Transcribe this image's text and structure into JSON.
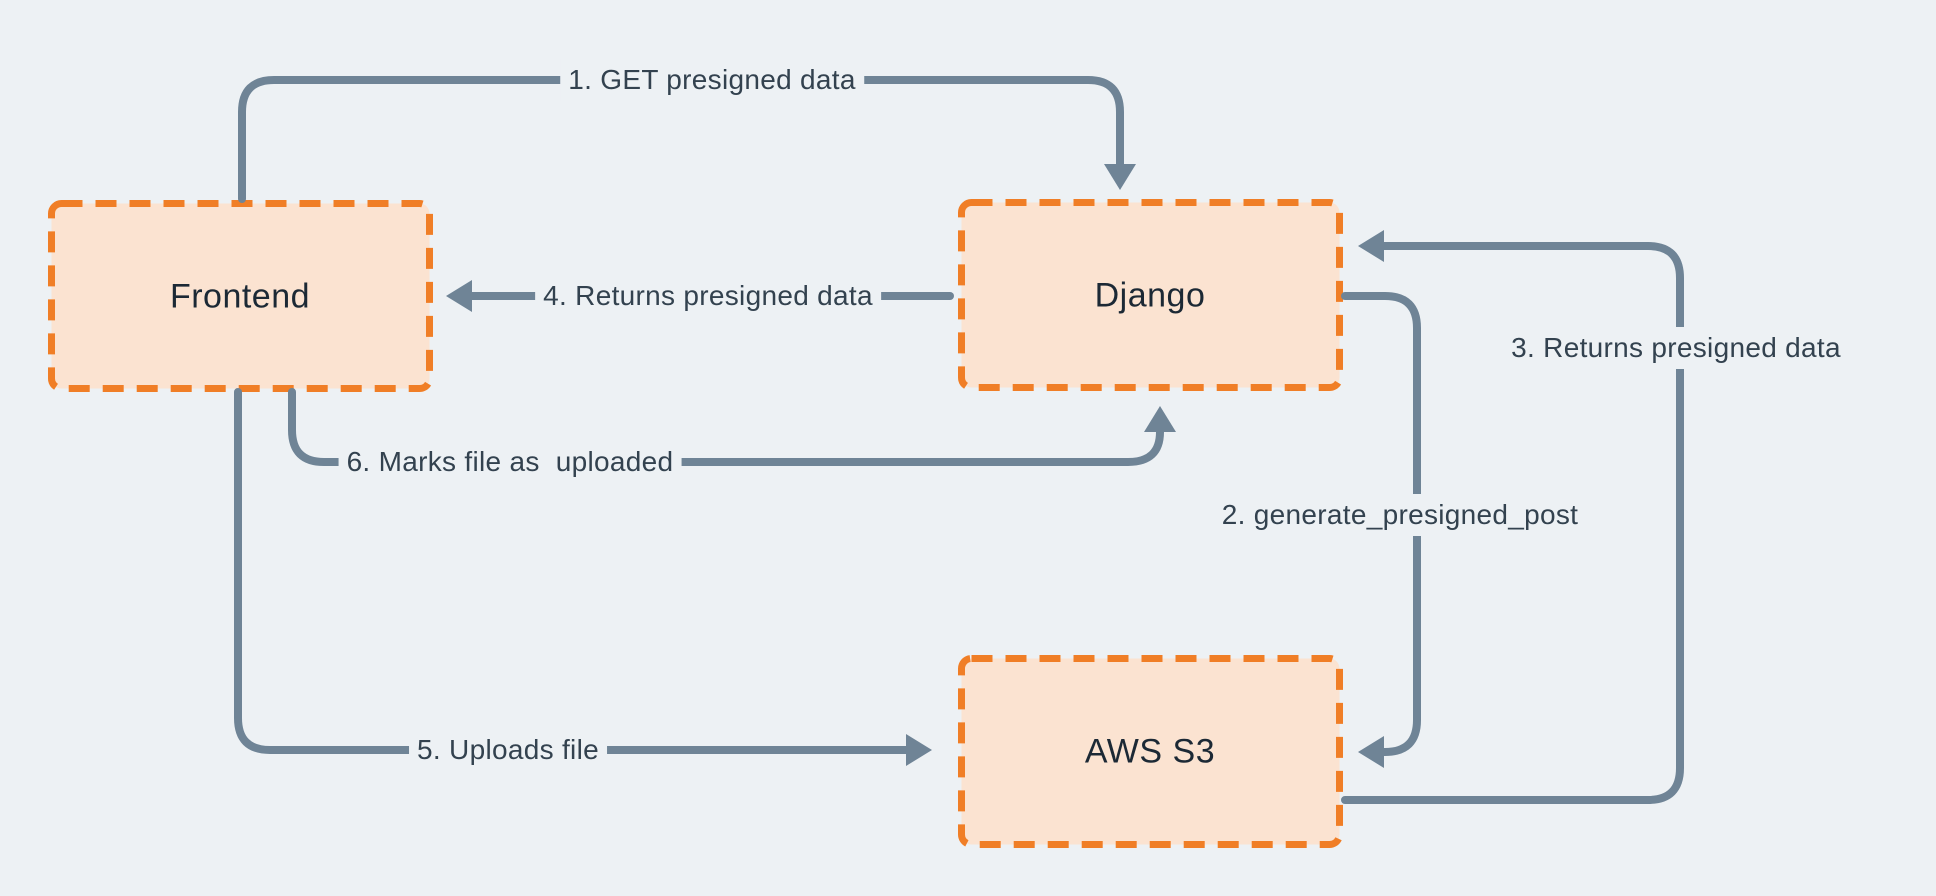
{
  "theme": {
    "bg": "#EDF1F4",
    "accent": "#F07E26",
    "box-fill": "#FBE3D1",
    "arrow": "#6F8496",
    "label-text": "#33424F",
    "node-text": "#1C2935"
  },
  "diagram": {
    "nodes": [
      {
        "id": "frontend",
        "label": "Frontend"
      },
      {
        "id": "django",
        "label": "Django"
      },
      {
        "id": "aws-s3",
        "label": "AWS S3"
      }
    ],
    "edges": [
      {
        "id": "1",
        "from": "frontend",
        "to": "django",
        "label": "1. GET presigned data"
      },
      {
        "id": "2",
        "from": "django",
        "to": "aws-s3",
        "label": "2. generate_presigned_post"
      },
      {
        "id": "3",
        "from": "aws-s3",
        "to": "django",
        "label": "3. Returns presigned data"
      },
      {
        "id": "4",
        "from": "django",
        "to": "frontend",
        "label": "4. Returns presigned data"
      },
      {
        "id": "5",
        "from": "frontend",
        "to": "aws-s3",
        "label": "5. Uploads file"
      },
      {
        "id": "6",
        "from": "frontend",
        "to": "django",
        "label": "6. Marks file as  uploaded"
      }
    ]
  }
}
